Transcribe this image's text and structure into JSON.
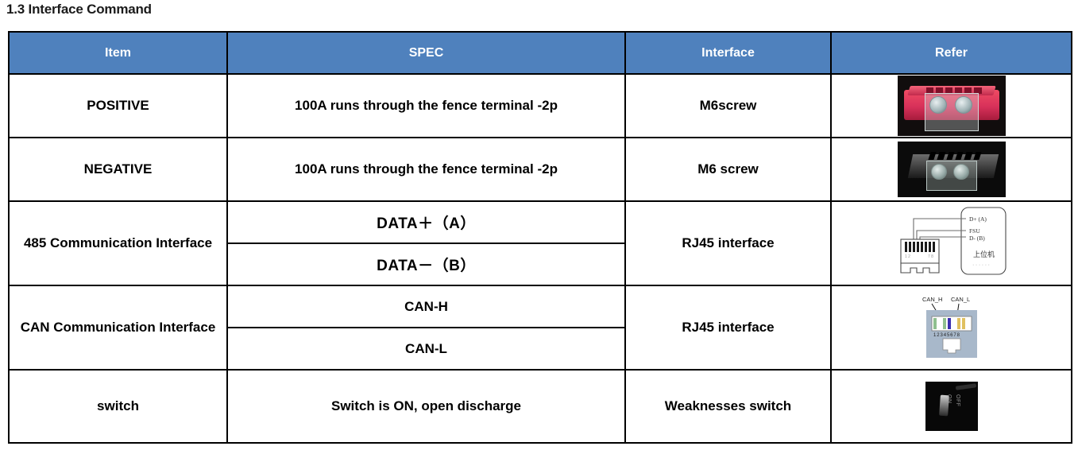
{
  "page_title": "1.3 Interface Command",
  "theme": {
    "header_bg": "#4F81BD",
    "header_text": "#FFFFFF",
    "border": "#000000",
    "body_text": "#000000"
  },
  "table": {
    "columns": [
      {
        "key": "item",
        "label": "Item"
      },
      {
        "key": "spec",
        "label": "SPEC"
      },
      {
        "key": "interface",
        "label": "Interface"
      },
      {
        "key": "refer",
        "label": "Refer"
      }
    ],
    "rows": [
      {
        "item": "POSITIVE",
        "spec": "100A runs through the fence terminal -2p",
        "interface": "M6screw",
        "refer_image": "red-terminal-block-photo"
      },
      {
        "item": "NEGATIVE",
        "spec": "100A runs through the fence terminal -2p",
        "interface": "M6 screw",
        "refer_image": "black-terminal-block-photo"
      },
      {
        "item": "485 Communication Interface",
        "spec_lines": [
          "DATA＋（A）",
          "DATA－（B）"
        ],
        "interface": "RJ45 interface",
        "refer_image": "rj45-485-wiring-diagram"
      },
      {
        "item": "CAN Communication Interface",
        "spec_lines": [
          "CAN-H",
          "CAN-L"
        ],
        "interface": "RJ45 interface",
        "refer_image": "rj45-can-pinout-diagram"
      },
      {
        "item": "switch",
        "spec": "Switch is ON, open discharge",
        "interface": "Weaknesses switch",
        "refer_image": "rocker-switch-photo"
      }
    ]
  },
  "diagrams": {
    "rj45_485": {
      "pin_labels": [
        "D+ (A)",
        "FSU",
        "D- (B)"
      ],
      "device_label": "上位机",
      "jack_pin_numbers_left": "1 2",
      "jack_pin_numbers_right": "7 8",
      "dots": "· · · · · ·"
    },
    "rj45_can": {
      "callouts": [
        "CAN_H",
        "CAN_L"
      ],
      "pin_numbers": "1 2 3 4 5 6 7 8",
      "pin_colors": [
        "#8fbf8f",
        "#ffffff",
        "#8fbf8f",
        "#3b2fb0",
        "#ffffff",
        "#e0c060",
        "#e0c060",
        "#ffffff"
      ],
      "body_color": "#a8b8ca"
    },
    "switch_photo": {
      "labels": [
        "ON",
        "OFF"
      ]
    }
  }
}
